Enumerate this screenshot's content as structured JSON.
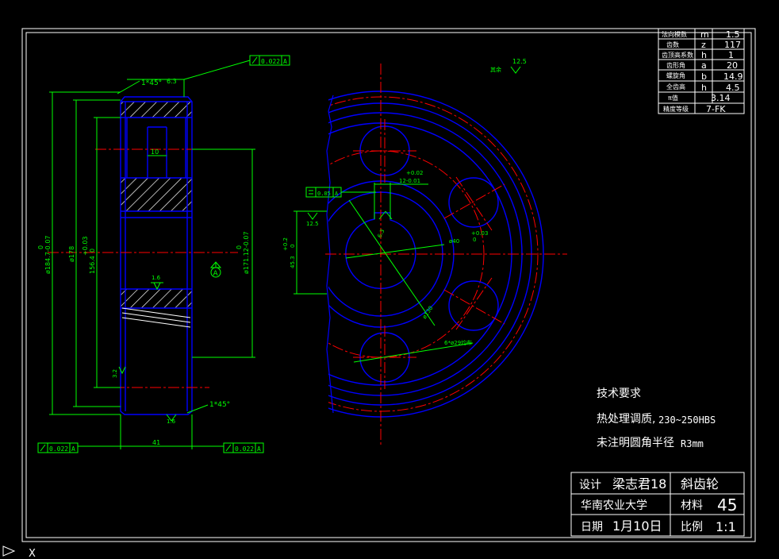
{
  "colors": {
    "background": "#000000",
    "frame": "#ffffff",
    "outline": "#0000ff",
    "dimension": "#00ff00",
    "centerline": "#ff0000",
    "hatch": "#ffffff"
  },
  "params_table": [
    {
      "name": "法向模数",
      "symbol": "m",
      "value": "1.5"
    },
    {
      "name": "齿数",
      "symbol": "z",
      "value": "117"
    },
    {
      "name": "齿顶高系数",
      "symbol": "h",
      "value": "1"
    },
    {
      "name": "齿形角",
      "symbol": "a",
      "value": "20"
    },
    {
      "name": "螺旋角",
      "symbol": "b",
      "value": "14.9"
    },
    {
      "name": "全齿高",
      "symbol": "h",
      "value": "4.5"
    },
    {
      "name": "π值",
      "symbol": "",
      "value": "3.14"
    },
    {
      "name": "精度等级",
      "symbol": "",
      "value": "7-FK"
    }
  ],
  "roughness_note": {
    "label": "其余",
    "value": "12.5"
  },
  "tech_requirements": {
    "title": "技术要求",
    "line1": "热处理调质,",
    "line1_value": "230~250HBS",
    "line2": "未注明圆角半径",
    "line2_value": "R3mm"
  },
  "title_block": {
    "design_label": "设计",
    "designer": "梁志君18",
    "part_name": "斜齿轮",
    "school": "华南农业大学",
    "material_label": "材料",
    "material": "45",
    "date_label": "日期",
    "date": "1月10日",
    "scale_label": "比例",
    "scale": "1:1"
  },
  "section_view": {
    "chamfer_top": "1*45°",
    "top_roughness": "6.3",
    "tol_top": "0.022",
    "tol_top_datum": "A",
    "slot_width": "10",
    "dia_outer_nominal": "ø184.7-0.07",
    "dia_outer_upper": "0",
    "dia_178": "ø178",
    "dia_156_nominal": "156.4",
    "dia_156_tol": "+0.03",
    "dia_156_low": "0",
    "dia_171_nominal": "ø171.12-0.07",
    "dia_171_upper": "0",
    "roughness_16": "1.6",
    "roughness_32": "3.2",
    "chamfer_bottom": "1*45°",
    "bottom_roughness": "1.6",
    "width_41": "41",
    "tol_bottom_left": "0.022",
    "tol_bottom_left_datum": "A",
    "tol_bottom_right": "0.022",
    "tol_bottom_right_datum": "A"
  },
  "front_view": {
    "keyway_tol_upper": "+0.02",
    "keyway_width": "12-0.01",
    "flatness": "0.05",
    "flatness_datum": "A",
    "roughness_125": "12.5",
    "roughness_63": "6.3",
    "key_dim_tol_upper": "+0.2",
    "key_dim_nominal": "45.3",
    "key_dim_low": "0",
    "bore_dim": "ø40",
    "bore_tol_upper": "+0.03",
    "bore_tol_low": "0",
    "pcd": "ø130",
    "holes": "6*ø29均布"
  },
  "status": {
    "cursor": "X"
  }
}
